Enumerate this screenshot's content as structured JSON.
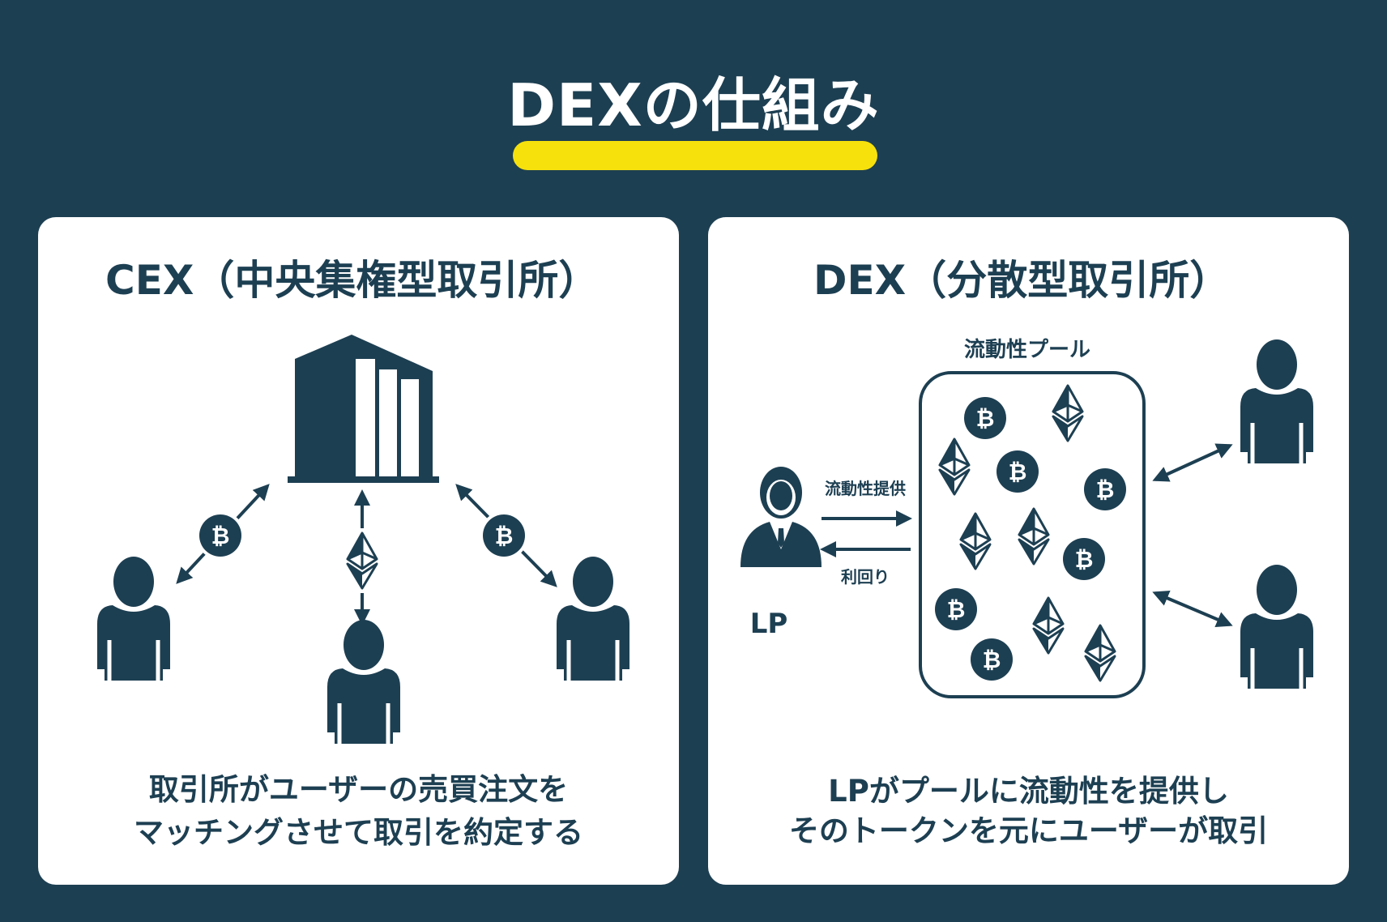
{
  "title": "DEXの仕組み",
  "colors": {
    "background": "#1d3f52",
    "accent": "#f6e10d",
    "panel": "#ffffff",
    "ink": "#1d3f52"
  },
  "cex": {
    "title": "CEX（中央集権型取引所）",
    "caption_line1": "取引所がユーザーの売買注文を",
    "caption_line2": "マッチングさせて取引を約定する",
    "icons": [
      "building-icon",
      "bitcoin-icon",
      "ethereum-icon",
      "user-icon",
      "double-arrow-icon"
    ]
  },
  "dex": {
    "title": "DEX（分散型取引所）",
    "pool_label": "流動性プール",
    "provide_label": "流動性提供",
    "yield_label": "利回り",
    "lp_label": "LP",
    "caption_line1": "LPがプールに流動性を提供し",
    "caption_line2": "そのトークンを元にユーザーが取引",
    "icons": [
      "businessman-icon",
      "pool-icon",
      "bitcoin-icon",
      "ethereum-icon",
      "user-icon",
      "double-arrow-icon"
    ]
  }
}
